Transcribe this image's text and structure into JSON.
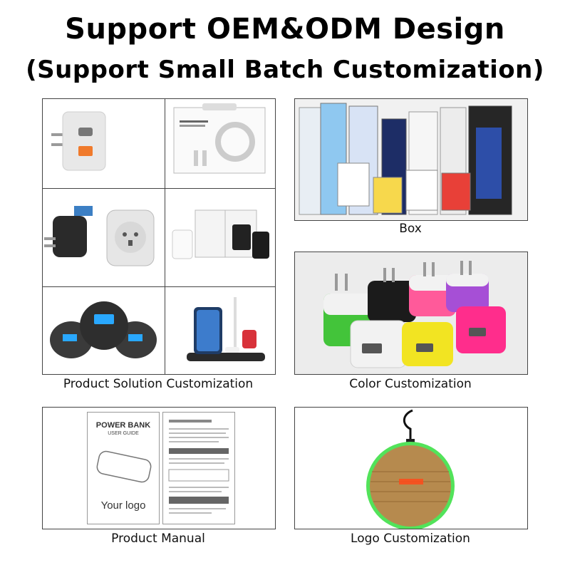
{
  "title_line1": "Support OEM&ODM Design",
  "title_line2": "(Support Small Batch Customization)",
  "captions": {
    "box": "Box",
    "product_solution": "Product Solution Customization",
    "color": "Color Customization",
    "manual": "Product Manual",
    "logo": "Logo Customization"
  },
  "manual": {
    "cover_title": "POWER BANK",
    "cover_subtitle": "USER GUIDE",
    "your_logo": "Your logo"
  },
  "colors": {
    "green": "#43c43a",
    "black": "#1b1b1b",
    "pink": "#ff5a9a",
    "purple": "#a64fd6",
    "white": "#f2f2f2",
    "yellow": "#f2e422",
    "magenta": "#ff2d8c",
    "bamboo": "#b68a4e",
    "glow": "#52e35a"
  }
}
